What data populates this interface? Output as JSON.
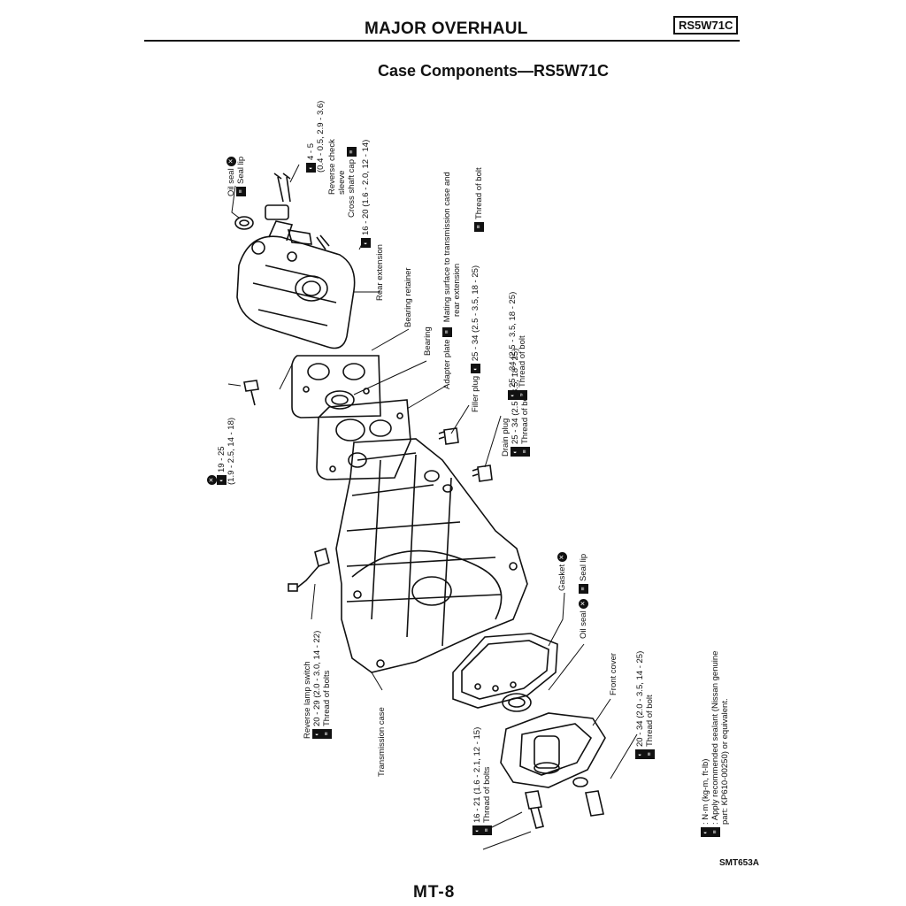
{
  "header": {
    "title": "MAJOR OVERHAUL",
    "model": "RS5W71C"
  },
  "section_title": "Case Components—RS5W71C",
  "labels": {
    "oil_seal_top": "Oil seal",
    "seal_lip_top": "Seal lip",
    "torque_4_5": "4 - 5",
    "torque_4_5_sub": "(0.4 - 0.5, 2.9 - 3.6)",
    "reverse_check": "Reverse check",
    "sleeve": "sleeve",
    "cross_shaft_cap": "Cross shaft cap",
    "torque_16_20": "16 - 20 (1.6 - 2.0, 12 - 14)",
    "mating_surface": "Mating surface to transmission case and",
    "mating_surface_2": "rear extension",
    "thread_of_bolt_top": "Thread of bolt",
    "rear_extension": "Rear extension",
    "bearing_retainer": "Bearing retainer",
    "bearing": "Bearing",
    "adapter_plate": "Adapter plate",
    "filler_plug": "Filler plug",
    "filler_torque": "25 - 34 (2.5 - 3.5, 18 - 25)",
    "torque_25_34": "25 - 34 (2.5 - 3.5, 18 - 25)",
    "thread_of_bolt_mid": "Thread of bolt",
    "torque_19_25": "19 - 25",
    "torque_19_25_sub": "(1.9 - 2.5, 14 - 18)",
    "drain_plug": "Drain plug",
    "drain_torque": "25 - 34 (2.5 - 3.5, 18 - 25)",
    "drain_thread": "Thread of bolt",
    "reverse_lamp_switch": "Reverse lamp switch",
    "rl_torque": "20 - 29 (2.0 - 3.0, 14 - 22)",
    "rl_thread": "Thread of bolts",
    "transmission_case": "Transmission case",
    "gasket": "Gasket",
    "oil_seal_mid": "Oil seal",
    "seal_lip_mid": "Seal lip",
    "front_cover": "Front cover",
    "fc_torque": "20 - 34 (2.0 - 3.5, 14 - 25)",
    "fc_thread": "Thread of bolt",
    "bl_torque": "16 - 21 (1.6 - 2.1, 12 - 15)",
    "bl_thread": "Thread of bolts"
  },
  "legend": {
    "line1": ": N·m (kg-m, ft-lb)",
    "line2": ": Apply recommended sealant (Nissan genuine",
    "line3": "part: KP610-00250) or equivalent."
  },
  "figure_id": "SMT653A",
  "page_number": "MT-8"
}
